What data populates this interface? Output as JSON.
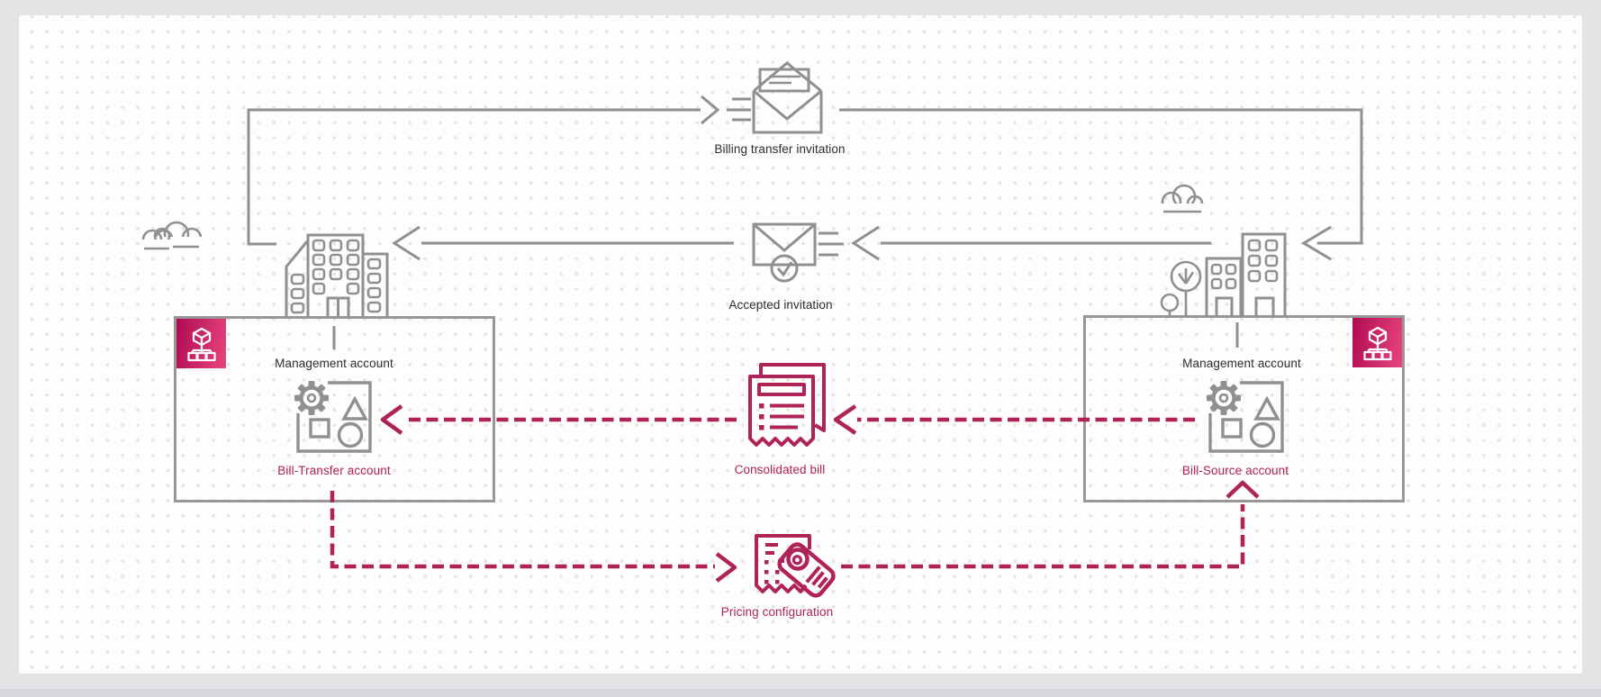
{
  "colors": {
    "accent_magenta": "#b02359",
    "line_gray": "#8f9090",
    "text_dark": "#2d2d2d",
    "badge_gradient_start": "#b00b52",
    "badge_gradient_end": "#e7457e",
    "canvas_background": "#fdfdfc",
    "frame_background": "#e4e4e7"
  },
  "flow_nodes": {
    "billing_invitation": {
      "label": "Billing transfer invitation",
      "icon": "sent-envelope-icon"
    },
    "accepted_invitation": {
      "label": "Accepted invitation",
      "icon": "approved-envelope-icon"
    },
    "consolidated_bill": {
      "label": "Consolidated bill",
      "icon": "invoice-document-icon"
    },
    "pricing_configuration": {
      "label": "Pricing configuration",
      "icon": "price-tag-receipt-icon"
    }
  },
  "accounts": {
    "bill_transfer": {
      "title": "Management account",
      "subaccount": "Bill-Transfer account",
      "badge": "aws-organizations-icon"
    },
    "bill_source": {
      "title": "Management account",
      "subaccount": "Bill-Source account",
      "badge": "aws-organizations-icon"
    }
  },
  "flows": [
    {
      "name": "billing-transfer-invitation-flow",
      "style": "solid-gray"
    },
    {
      "name": "accepted-invitation-flow",
      "style": "solid-gray"
    },
    {
      "name": "consolidated-bill-flow",
      "style": "dashed-magenta"
    },
    {
      "name": "pricing-configuration-flow",
      "style": "dashed-magenta"
    }
  ]
}
